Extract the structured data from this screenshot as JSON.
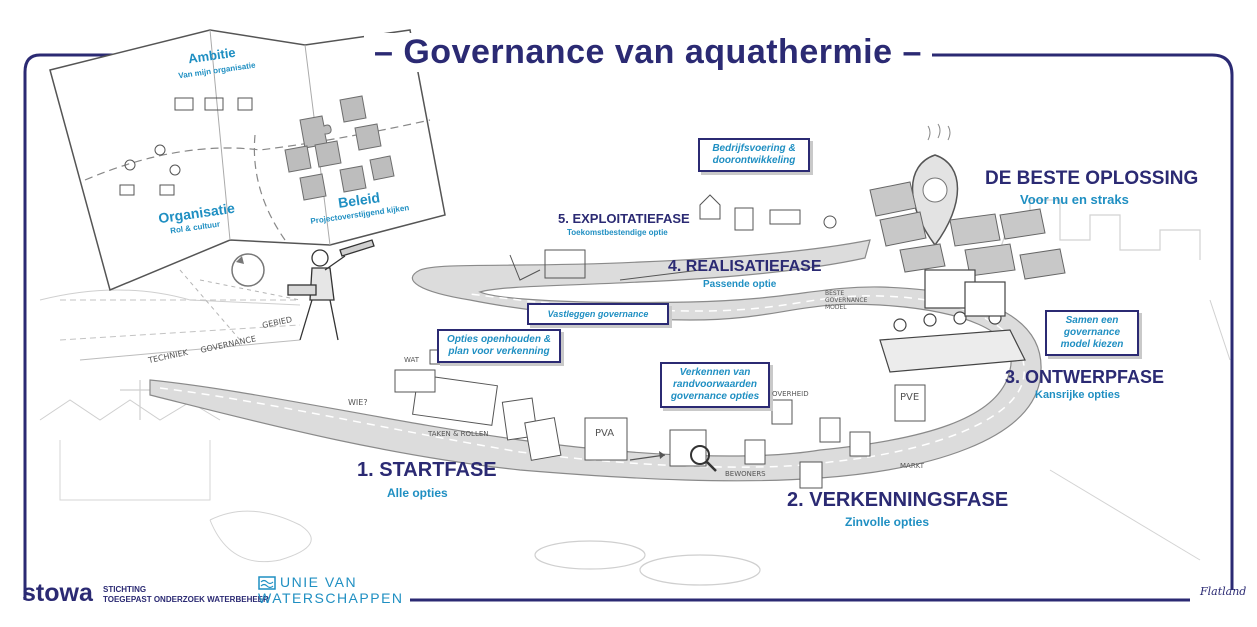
{
  "title": "Governance van aquathermie",
  "map": {
    "ambitie": "Ambitie",
    "ambitie_sub": "Van mijn organisatie",
    "organisatie": "Organisatie",
    "organisatie_sub": "Rol & cultuur",
    "beleid": "Beleid",
    "beleid_sub": "Projectoverstijgend kijken"
  },
  "goal": {
    "title": "DE BESTE OPLOSSING",
    "subtitle": "Voor nu en straks"
  },
  "phases": [
    {
      "label": "1. STARTFASE",
      "sub": "Alle opties"
    },
    {
      "label": "2. VERKENNINGSFASE",
      "sub": "Zinvolle opties"
    },
    {
      "label": "3. ONTWERPFASE",
      "sub": "Kansrijke opties"
    },
    {
      "label": "4. REALISATIEFASE",
      "sub": "Passende optie"
    },
    {
      "label": "5. EXPLOITATIEFASE",
      "sub": "Toekomstbestendige optie"
    }
  ],
  "callouts": {
    "opties": "Opties openhouden & plan voor verkenning",
    "verkennen": "Verkennen van randvoorwaarden governance opties",
    "samen": "Samen een governance model kiezen",
    "vastleggen": "Vastleggen governance",
    "bedrijf": "Bedrijfsvoering & doorontwikkeling"
  },
  "road_labels": {
    "techniek": "TECHNIEK",
    "governance": "GOVERNANCE",
    "gebied": "GEBIED"
  },
  "sketch_labels": {
    "wie": "WIE?",
    "wat": "WAT",
    "taken": "TAKEN & ROLLEN",
    "pva": "PVA",
    "pve": "PVE",
    "bewoners": "BEWONERS",
    "markt": "MARKT",
    "overheid": "OVERHEID",
    "model": "BESTE GOVERNANCE MODEL"
  },
  "footer": {
    "stowa": "stowa",
    "stowa_line1": "STICHTING",
    "stowa_line2": "TOEGEPAST ONDERZOEK WATERBEHEER",
    "uvw_line1": "UNIE VAN",
    "uvw_line2": "WATERSCHAPPEN",
    "signature": "Flatland"
  },
  "colors": {
    "dark_blue": "#2b2a73",
    "light_blue": "#1f8fc2",
    "road_grey": "#d9d9d9"
  }
}
